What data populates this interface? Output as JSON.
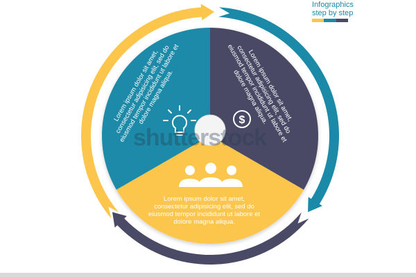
{
  "header": {
    "line1": "Infographics",
    "line2": "step by step"
  },
  "colors": {
    "teal": "#1a8aa8",
    "purple": "#4a4966",
    "yellow": "#fcc54c",
    "white": "#ffffff"
  },
  "sectors": [
    {
      "id": "teal",
      "icon": "lightbulb-icon",
      "text": [
        "Lorem ipsum dolor sit amet,",
        "consectetur adipisicing elit, sed do",
        "eiusmod tempor incididunt ut labore et",
        "dolore magna aliqua."
      ]
    },
    {
      "id": "purple",
      "icon": "dollar-icon",
      "text": [
        "Lorem ipsum dolor sit amet,",
        "consectetur adipisicing elit, sed do",
        "eiusmod tempor incididunt ut labore et",
        "dolore magna aliqua."
      ]
    },
    {
      "id": "yellow",
      "icon": "people-icon",
      "text": [
        "Lorem ipsum dolor sit amet,",
        "consectetur adipisicing elit, sed do",
        "eiusmod tempor incididunt ut labore et",
        "dolore magna aliqua."
      ]
    }
  ],
  "watermark": "shutterstock"
}
